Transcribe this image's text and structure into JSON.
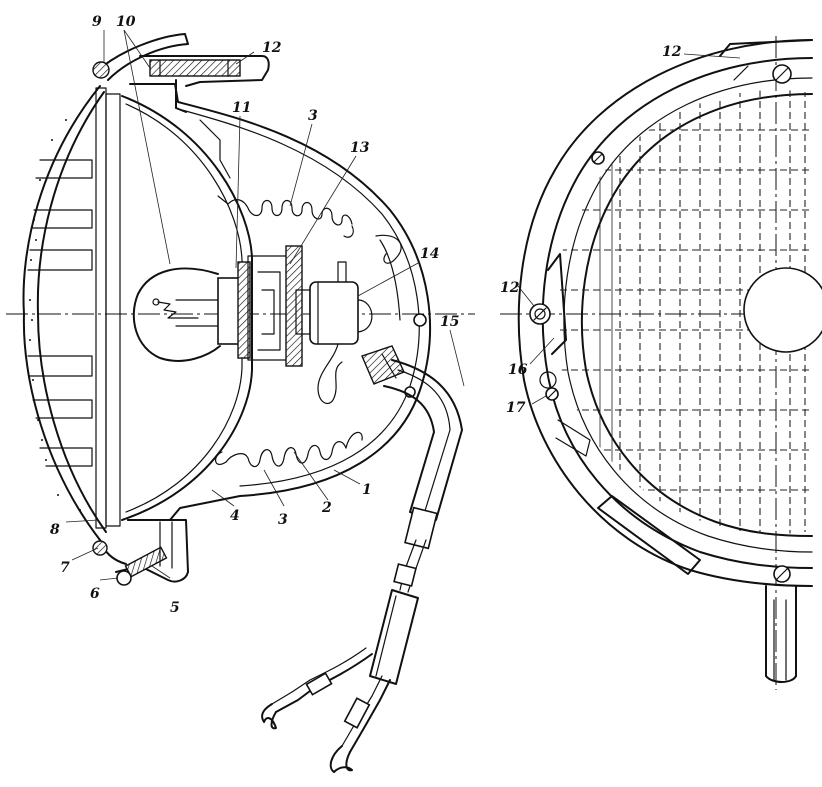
{
  "labels": {
    "l1": "1",
    "l2": "2",
    "l3a": "3",
    "l3b": "3",
    "l4": "4",
    "l5": "5",
    "l6": "6",
    "l7": "7",
    "l8": "8",
    "l9": "9",
    "l10": "10",
    "l11": "11",
    "l12a": "12",
    "l12b": "12",
    "l12c": "12",
    "l13": "13",
    "l14": "14",
    "l15": "15",
    "l16": "16",
    "l17": "17"
  }
}
